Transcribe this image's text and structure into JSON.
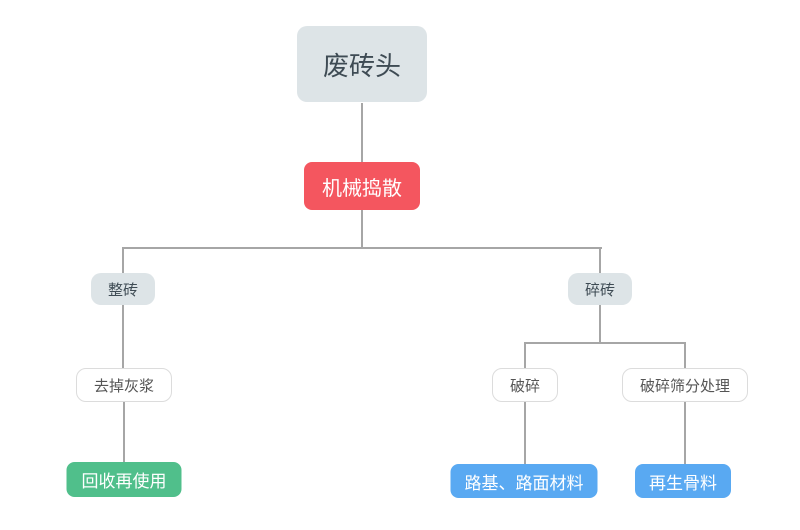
{
  "nodes": {
    "root": {
      "label": "废砖头"
    },
    "mechanical_break": {
      "label": "机械捣散"
    },
    "whole_brick": {
      "label": "整砖"
    },
    "broken_brick": {
      "label": "碎砖"
    },
    "remove_mortar": {
      "label": "去掉灰浆"
    },
    "recycle_reuse": {
      "label": "回收再使用"
    },
    "crush": {
      "label": "破碎"
    },
    "crush_screening": {
      "label": "破碎筛分处理"
    },
    "road_material": {
      "label": "路基、路面材料"
    },
    "recycled_aggregate": {
      "label": "再生骨料"
    }
  },
  "colors": {
    "node_gray_bg": "#dde4e7",
    "node_gray_text": "#3e4b54",
    "node_white_bg": "#ffffff",
    "node_white_border": "#dcdcdc",
    "node_white_text": "#555555",
    "accent_red": "#f4565f",
    "accent_green": "#50bf8b",
    "accent_blue": "#59a9f2",
    "connector": "#a6a6a6",
    "text_on_accent": "#ffffff"
  }
}
